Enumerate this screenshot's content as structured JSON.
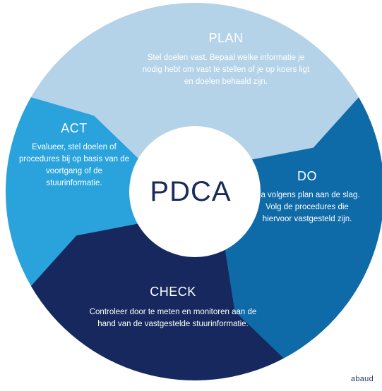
{
  "center": {
    "label": "PDCA"
  },
  "segments": {
    "plan": {
      "title": "PLAN",
      "description": "Stel doelen vast. Bepaal welke informatie je nodig hebt om vast te stellen of je op koers ligt en doelen behaald zijn.",
      "color": "#b5d3e8"
    },
    "do": {
      "title": "DO",
      "description": "Ga volgens plan aan de slag. Volg de procedures die hiervoor vastgesteld zijn.",
      "color": "#0f6aa8"
    },
    "check": {
      "title": "CHECK",
      "description": "Controleer door te meten en monitoren aan de hand van de vastgestelde stuurinformatie.",
      "color": "#16285e"
    },
    "act": {
      "title": "ACT",
      "description": "Evalueer, stel doelen of procedures bij op basis van de voortgang of de stuurinformatie.",
      "color": "#2aa3dd"
    }
  },
  "brand": {
    "text": "abaud"
  }
}
